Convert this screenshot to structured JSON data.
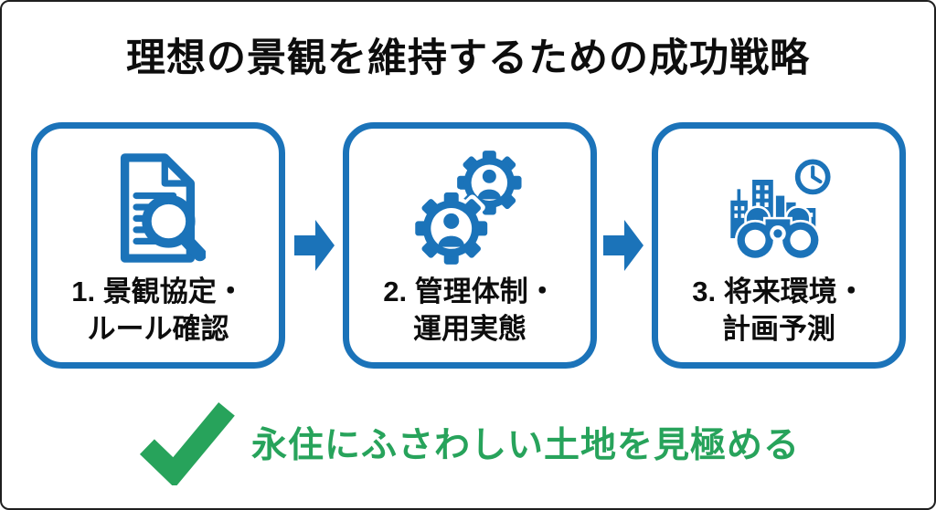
{
  "title": "理想の景観を維持するための成功戦略",
  "steps": [
    {
      "line1": "1. 景観協定・",
      "line2": "ルール確認",
      "icon": "document-search-icon"
    },
    {
      "line1": "2. 管理体制・",
      "line2": "運用実態",
      "icon": "gears-team-icon"
    },
    {
      "line1": "3. 将来環境・",
      "line2": "計画予測",
      "icon": "city-binoculars-clock-icon"
    }
  ],
  "conclusion": {
    "icon": "checkmark-icon",
    "text": "永住にふさわしい土地を見極める"
  },
  "colors": {
    "accent_blue": "#1b73b9",
    "success_green": "#27a35b",
    "text_black": "#0d0d0d",
    "background": "#ffffff",
    "frame_border": "#1f1f1f"
  }
}
